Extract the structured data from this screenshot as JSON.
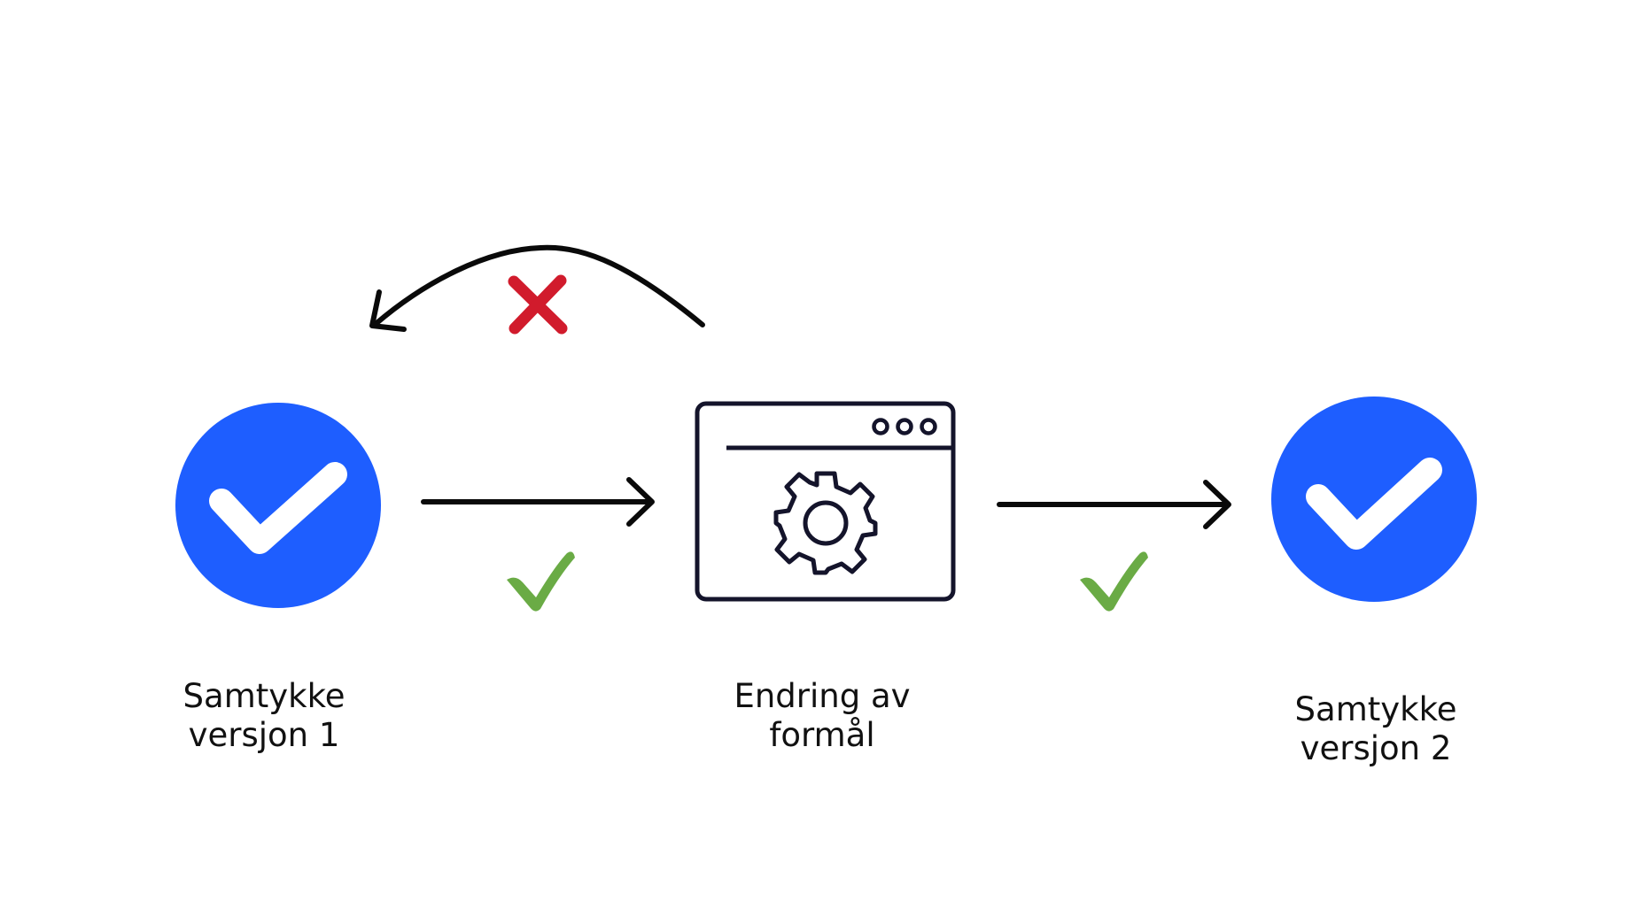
{
  "nodes": {
    "consent_v1": {
      "line1": "Samtykke",
      "line2": "versjon 1"
    },
    "change": {
      "line1": "Endring av",
      "line2": "formål"
    },
    "consent_v2": {
      "line1": "Samtykke",
      "line2": "versjon 2"
    }
  },
  "icons": {
    "consent_v1": "check-circle-icon",
    "change": "browser-settings-icon",
    "consent_v2": "check-circle-icon",
    "forward_ok": "check-mark-icon",
    "back_denied": "cross-icon"
  },
  "colors": {
    "consent_blue": "#1E5EFF",
    "ok_green": "#6AAB45",
    "deny_red": "#D11B2C",
    "outline_navy": "#14142B",
    "arrow": "#0A0A0A"
  }
}
